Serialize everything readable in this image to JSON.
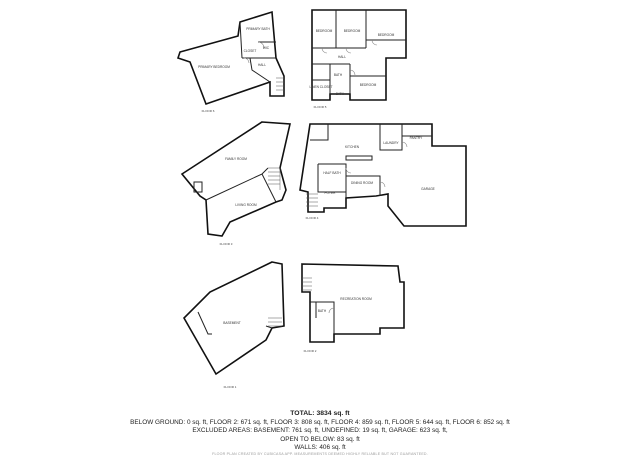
{
  "floors": {
    "f6": {
      "floor_label": "FLOOR 6",
      "rooms": [
        {
          "name": "PRIMARY BATH",
          "size": ""
        },
        {
          "name": "PRIMARY BEDROOM",
          "size": ""
        },
        {
          "name": "WIC",
          "size": ""
        },
        {
          "name": "CLOSET",
          "size": ""
        },
        {
          "name": "HALL",
          "size": ""
        }
      ]
    },
    "f5": {
      "floor_label": "FLOOR 5",
      "rooms": [
        {
          "name": "BEDROOM",
          "size": ""
        },
        {
          "name": "BEDROOM",
          "size": ""
        },
        {
          "name": "BEDROOM",
          "size": ""
        },
        {
          "name": "HALL",
          "size": ""
        },
        {
          "name": "BATH",
          "size": ""
        },
        {
          "name": "BEDROOM",
          "size": ""
        },
        {
          "name": "BATH",
          "size": ""
        },
        {
          "name": "LINEN CLOSET",
          "size": ""
        }
      ]
    },
    "f3": {
      "floor_label": "FLOOR 3",
      "rooms": [
        {
          "name": "FAMILY ROOM",
          "size": ""
        },
        {
          "name": "LIVING ROOM",
          "size": ""
        }
      ]
    },
    "f4": {
      "floor_label": "FLOOR 4",
      "rooms": [
        {
          "name": "KITCHEN",
          "size": ""
        },
        {
          "name": "PANTRY",
          "size": ""
        },
        {
          "name": "LAUNDRY",
          "size": ""
        },
        {
          "name": "HALF BATH",
          "size": ""
        },
        {
          "name": "FOYER",
          "size": ""
        },
        {
          "name": "DINING ROOM",
          "size": ""
        },
        {
          "name": "GARAGE",
          "size": ""
        }
      ]
    },
    "f1": {
      "floor_label": "FLOOR 1",
      "rooms": [
        {
          "name": "BASEMENT",
          "size": ""
        }
      ]
    },
    "f2": {
      "floor_label": "FLOOR 2",
      "rooms": [
        {
          "name": "RECREATION ROOM",
          "size": ""
        },
        {
          "name": "BATH",
          "size": ""
        }
      ]
    }
  },
  "summary": {
    "total": "TOTAL: 3834 sq. ft",
    "line1": "BELOW GROUND: 0 sq. ft, FLOOR 2: 671 sq. ft, FLOOR 3: 808 sq. ft, FLOOR 4: 859 sq. ft, FLOOR 5: 644 sq. ft, FLOOR 6: 852 sq. ft",
    "line2": "EXCLUDED AREAS: BASEMENT: 761 sq. ft, UNDEFINED: 19 sq. ft, GARAGE: 623 sq. ft,",
    "line3": "OPEN TO BELOW: 83 sq. ft",
    "line4": "WALLS: 406 sq. ft"
  },
  "footer": "FLOOR PLAN CREATED BY CUBICASA APP. MEASUREMENTS DEEMED HIGHLY RELIABLE BUT NOT GUARANTEED."
}
